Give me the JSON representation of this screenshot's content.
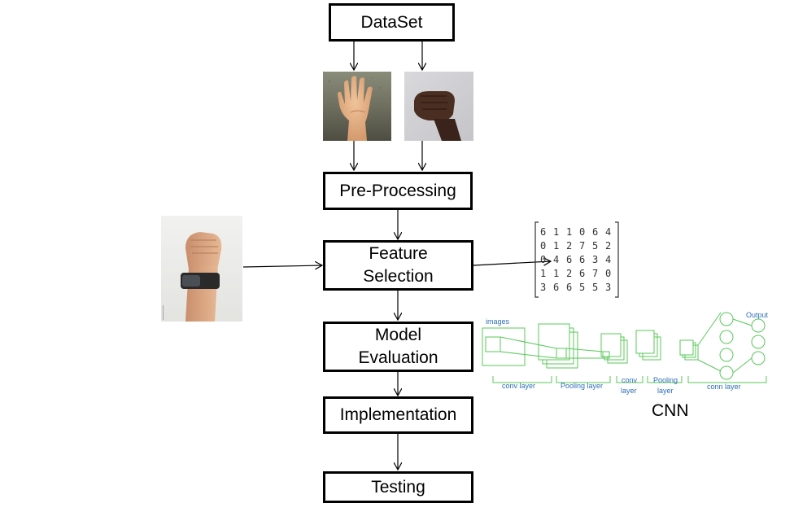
{
  "flow": {
    "dataset": "DataSet",
    "preprocessing": "Pre-Processing",
    "feature_selection_line1": "Feature",
    "feature_selection_line2": "Selection",
    "model_evaluation_line1": "Model",
    "model_evaluation_line2": "Evaluation",
    "implementation": "Implementation",
    "testing": "Testing"
  },
  "feature_matrix": {
    "rows": [
      [
        "6",
        "1",
        "1",
        "0",
        "6",
        "4"
      ],
      [
        "0",
        "1",
        "2",
        "7",
        "5",
        "2"
      ],
      [
        "0",
        "4",
        "6",
        "6",
        "3",
        "4"
      ],
      [
        "1",
        "1",
        "2",
        "6",
        "7",
        "0"
      ],
      [
        "3",
        "6",
        "6",
        "5",
        "5",
        "3"
      ]
    ]
  },
  "cnn": {
    "caption": "CNN",
    "images_label": "images",
    "output_label": "Output",
    "conv_layer_label": "conv layer",
    "pooling_layer_label": "Pooling layer",
    "conv_layer2_line1": "conv",
    "conv_layer2_line2": "layer",
    "pooling_layer2_line1": "Pooling",
    "pooling_layer2_line2": "layer",
    "conn_layer_label": "conn layer",
    "line_color": "#59c85a",
    "text_color": "#2e6fb8"
  },
  "images": {
    "open_palm": "open-palm-photo",
    "fist": "raised-fist-photo",
    "input_fist": "fist-with-watch-photo"
  }
}
